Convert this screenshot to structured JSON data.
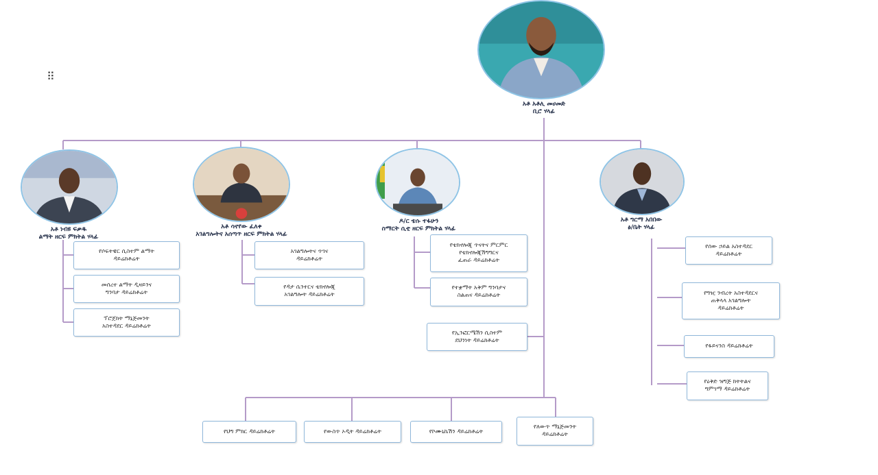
{
  "colors": {
    "connector": "#b49ac8",
    "box_border": "#8fb7da",
    "photo_border": "#8fc4e6"
  },
  "chief": {
    "name": "አቶ አቶሊ መሀመድ",
    "title": "ቢሮ ሃላፊ"
  },
  "deputies": [
    {
      "name": "አቶ ነብዩ ፍቃዱ",
      "title": "ልማት ዘርፍ ምክትል ሃላፊ"
    },
    {
      "name": "አቶ ሳኖየው ፈለቀ",
      "title": "አገልግሎትና አሰጣጥ ዘርፍ ምክትል ሃላፊ"
    },
    {
      "name": "ዶ/ር ቴሱ ተፋሁን",
      "title": "ስማርት ሲቲ ዘርፍ ምክትል ሃላፊ"
    },
    {
      "name": "አቶ ግርማ አበበው",
      "title": "ፅ/ቤት ሃላፊ"
    }
  ],
  "units": {
    "development": [
      [
        "የሶፍትዌር ሲስተም ልማት",
        "ዳይሬክቶሬት"
      ],
      [
        "መሰረተ ልማት ዲዛይንና",
        "ግንባታ ዳይሬክቶሬት"
      ],
      [
        "ፕሮጀክት ማኔጅመንት",
        "አስተዳደር ዳይሬክቶሬት"
      ]
    ],
    "service": [
      [
        "አገልግሎትና ጥገና",
        "ዳይሬክቶሬት"
      ],
      [
        "የዳታ ሴንተርና ቴክኖሎጂ",
        "አገልግሎት ዳይሬክቶሬት"
      ]
    ],
    "smart_city": [
      [
        "የቴክኖሎጂ ጥናትና ምርምር",
        "የቴክኖሎጂሽግግርና",
        "ፈጠራ ዳይሬክቶሬት"
      ],
      [
        "የተቋማት አቅም ግንባታና",
        "ስልጠና ዳይሬክቶሬት"
      ]
    ],
    "direct": [
      [
        "የኢንፎርሜሽን ሲስተም",
        "ደህንነት ዳይሬክቶሬት"
      ]
    ],
    "office": [
      [
        "የሰው ኃይል አስተዳደር",
        "ዳይሬክቶሬት"
      ],
      [
        "የግዢ ንብረት አስተዳደርና",
        "ጠቅላላ አገልግሎት",
        "ዳይሬክቶሬት"
      ],
      [
        "የፋይናንስ ዳይሬክቶሬት"
      ],
      [
        "የዕቅድ ዝግጅ ክትትልና",
        "ግምገማ ዳይሬክቶሬት"
      ]
    ],
    "bottom": [
      [
        "የህግ ምክር ዳይሬክቶሬት"
      ],
      [
        "የውስጥ ኦዲት ዳይሬክቶሬት"
      ],
      [
        "የኮሙኒኬሽን ዳይሬክቶሬት"
      ],
      [
        "የለውጥ ማኔጅመንት",
        "ዳይሬክቶሬት"
      ]
    ]
  }
}
